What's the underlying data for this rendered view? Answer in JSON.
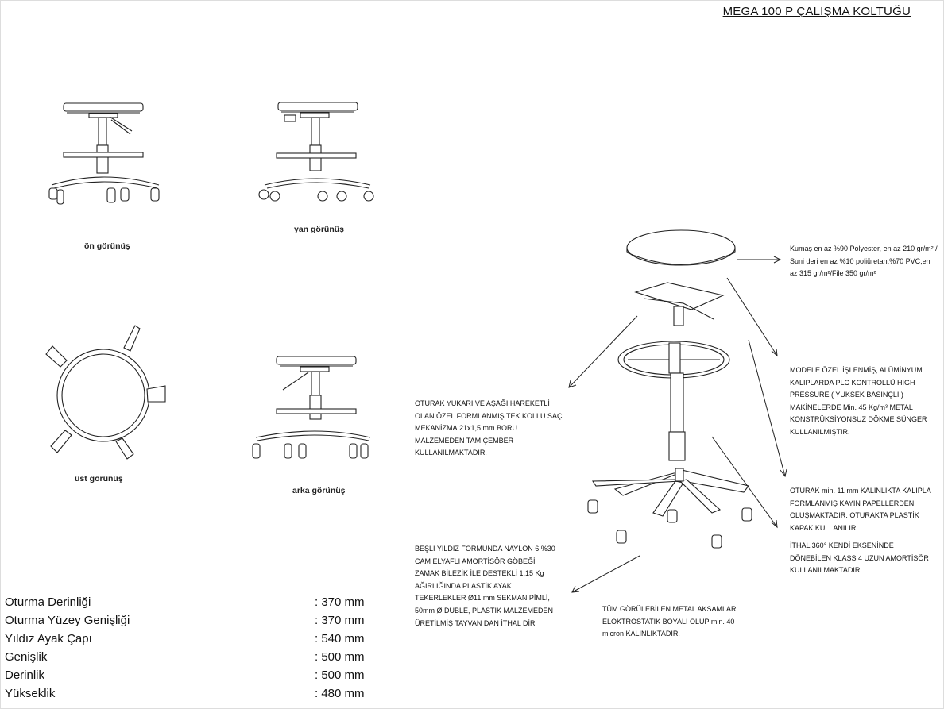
{
  "title": "MEGA 100 P ÇALIŞMA KOLTUĞU",
  "views": {
    "front": "ön görünüş",
    "side": "yan görünüş",
    "top": "üst görünüş",
    "back": "arka görünüş"
  },
  "notes": {
    "fabric": "Kumaş en az %90 Polyester, en az 210 gr/m² / Suni deri en az %10 poliüretan,%70 PVC,en az 315 gr/m²/File 350 gr/m²",
    "foam": "MODELE ÖZEL İŞLENMİŞ, ALÜMİNYUM KALIPLARDA PLC KONTROLLÜ HIGH PRESSURE ( YÜKSEK BASINÇLI ) MAKİNELERDE Min. 45 Kg/m³ METAL KONSTRÜKSİYONSUZ DÖKME SÜNGER KULLANILMIŞTIR.",
    "mechanism": "OTURAK YUKARI VE AŞAĞI HAREKETLİ OLAN ÖZEL FORMLANMIŞ TEK KOLLU SAÇ MEKANİZMA.21x1,5 mm BORU MALZEMEDEN TAM ÇEMBER KULLANILMAKTADIR.",
    "seat": "OTURAK min. 11 mm KALINLIKTA KALIPLA FORMLANMIŞ KAYIN PAPELLERDEN OLUŞMAKTADIR. OTURAKTA PLASTİK KAPAK KULLANILIR.",
    "gaslift": "İTHAL 360° KENDİ EKSENİNDE DÖNEBİLEN KLASS 4  UZUN AMORTİSÖR KULLANILMAKTADIR.",
    "base": "BEŞLİ YILDIZ FORMUNDA NAYLON 6 %30 CAM ELYAFLI AMORTİSÖR GÖBEĞİ ZAMAK BİLEZİK İLE DESTEKLİ 1,15 Kg  AĞIRLIĞINDA PLASTİK AYAK. TEKERLEKLER Ø11 mm SEKMAN PİMLİ, 50mm Ø DUBLE,  PLASTİK MALZEMEDEN ÜRETİLMİŞ TAYVAN DAN İTHAL DİR",
    "metal": "TÜM GÖRÜLEBİLEN METAL AKSAMLAR ELOKTROSTATİK BOYALI OLUP min. 40 micron KALINLIKTADIR."
  },
  "specs": [
    {
      "label": "Oturma Derinliği",
      "value": ": 370 mm"
    },
    {
      "label": "Oturma Yüzey Genişliği",
      "value": ": 370 mm"
    },
    {
      "label": "Yıldız Ayak Çapı",
      "value": ": 540 mm"
    },
    {
      "label": "Genişlik",
      "value": ": 500 mm"
    },
    {
      "label": "Derinlik",
      "value": ": 500 mm"
    },
    {
      "label": "Yükseklik",
      "value": ": 480 mm"
    }
  ]
}
